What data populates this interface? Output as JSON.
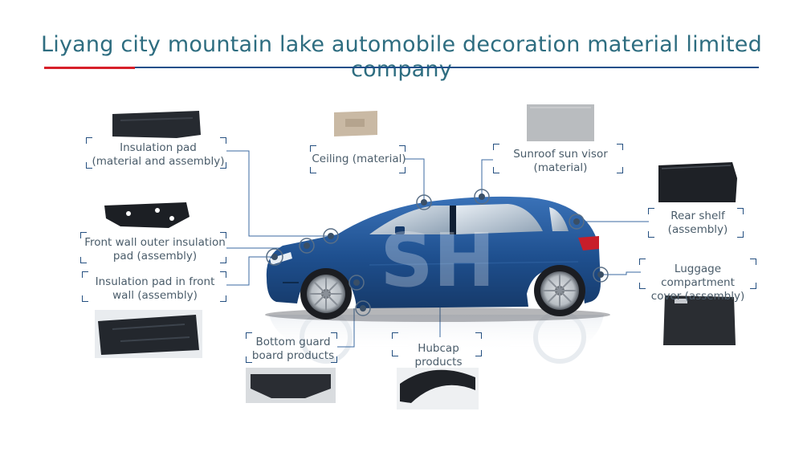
{
  "page": {
    "title": "Liyang city mountain lake automobile decoration material limited company",
    "watermark": "SH"
  },
  "colors": {
    "title": "#2e6d80",
    "rule": "#1d4f8a",
    "accent": "#d7202a",
    "car_body": "#1e4f8e",
    "line": "#3b6aa0"
  },
  "callouts": [
    {
      "id": "insulation-pad",
      "lines": [
        "Insulation pad",
        "(material and assembly)"
      ]
    },
    {
      "id": "front-wall-outer",
      "lines": [
        "Front wall outer insulation",
        "pad (assembly)"
      ]
    },
    {
      "id": "front-wall-inner",
      "lines": [
        "Insulation pad in front",
        "wall (assembly)"
      ]
    },
    {
      "id": "ceiling",
      "lines": [
        "Ceiling (material)"
      ]
    },
    {
      "id": "sunroof",
      "lines": [
        "Sunroof sun visor",
        "(material)"
      ]
    },
    {
      "id": "rear-shelf",
      "lines": [
        "Rear shelf",
        "(assembly)"
      ]
    },
    {
      "id": "luggage",
      "lines": [
        "Luggage compartment",
        "cover (assembly)"
      ]
    },
    {
      "id": "bottom-guard",
      "lines": [
        "Bottom guard",
        "board products"
      ]
    },
    {
      "id": "hubcap",
      "lines": [
        "Hubcap products"
      ]
    }
  ]
}
